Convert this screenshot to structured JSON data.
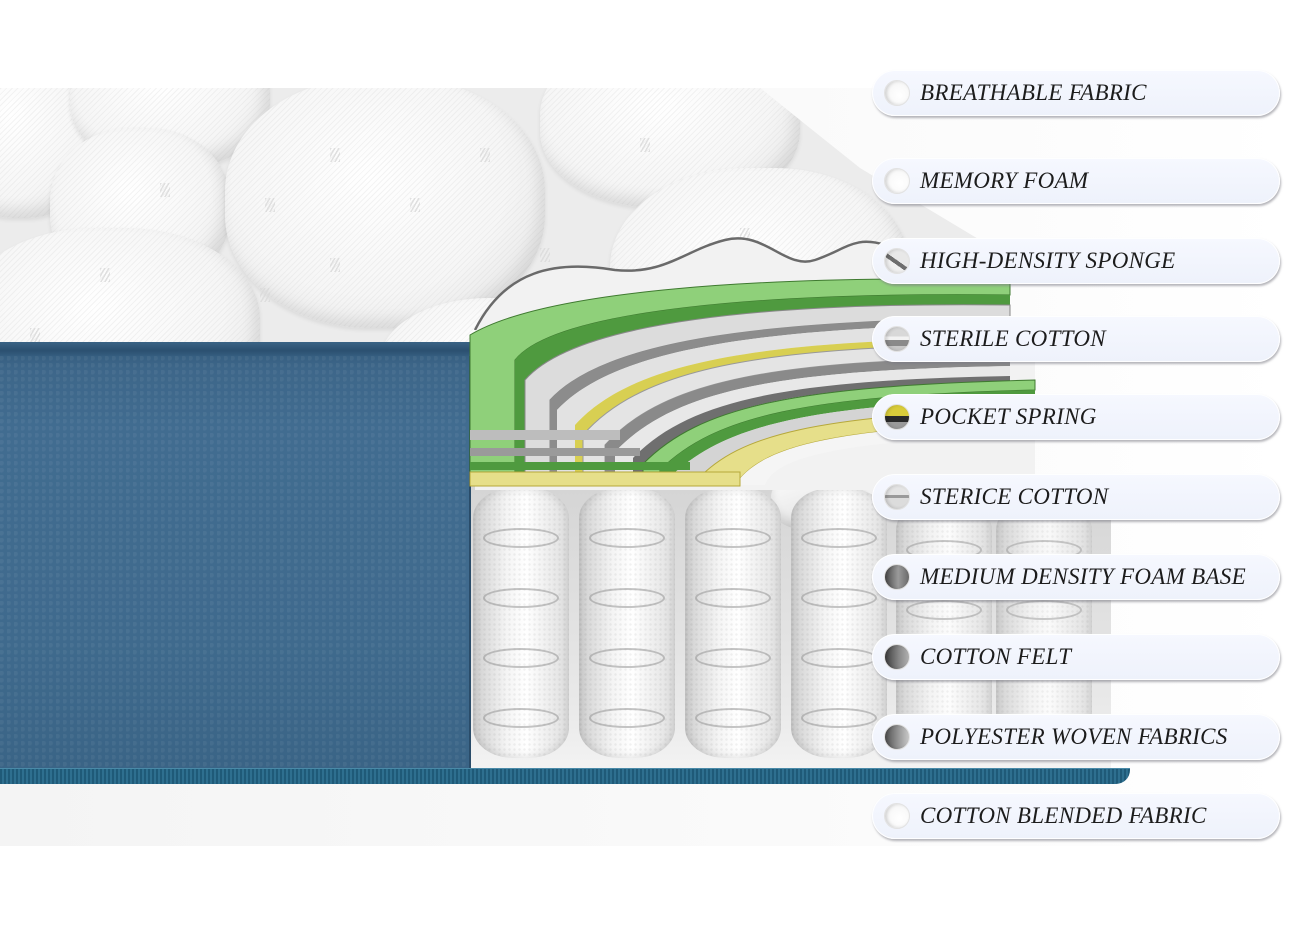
{
  "image": {
    "subject": "Hybrid mattress cut-away diagram",
    "colors": {
      "side_panel": "#3f6a8d",
      "trim": "#2e6f8f",
      "foam_green_light": "#8fd07a",
      "foam_green_dark": "#4f9a3f",
      "foam_yellow": "#e6df8a",
      "foam_gray": "#a8a8a8",
      "quilt_white": "#f4f4f4",
      "label_bg": "#eef2fb",
      "label_text": "#1c1c1c"
    }
  },
  "labels": [
    {
      "text": "BREATHABLE FABRIC",
      "icon": "breathable-fabric-swatch",
      "swatch": [
        "#ffffff",
        "#f2f2f2"
      ]
    },
    {
      "text": "MEMORY FOAM",
      "icon": "memory-foam-swatch",
      "swatch": [
        "#ffffff",
        "#f5f5f5"
      ]
    },
    {
      "text": "HIGH-DENSITY SPONGE",
      "icon": "high-density-sponge-swatch",
      "swatch": [
        "#e8e8e8",
        "#6e6e6e"
      ]
    },
    {
      "text": "STERILE COTTON",
      "icon": "sterile-cotton-swatch",
      "swatch": [
        "#d6d6d6",
        "#8a8a8a"
      ]
    },
    {
      "text": "POCKET SPRING",
      "icon": "pocket-spring-swatch",
      "swatch": [
        "#d9cc3a",
        "#2a2a2a"
      ]
    },
    {
      "text": "STERICE COTTON",
      "icon": "sterice-cotton-swatch",
      "swatch": [
        "#dedede",
        "#9a9a9a"
      ]
    },
    {
      "text": "MEDIUM DENSITY FOAM BASE",
      "icon": "foam-base-swatch",
      "swatch": [
        "#9a9a9a",
        "#4a4a4a"
      ]
    },
    {
      "text": "COTTON FELT",
      "icon": "cotton-felt-swatch",
      "swatch": [
        "#8a8a8a",
        "#3e3e3e"
      ]
    },
    {
      "text": "POLYESTER WOVEN FABRICS",
      "icon": "polyester-fabric-swatch",
      "swatch": [
        "#b5b5b5",
        "#505050"
      ]
    },
    {
      "text": "COTTON BLENDED FABRIC",
      "icon": "cotton-blended-swatch",
      "swatch": [
        "#ffffff",
        "#f3f3f3"
      ]
    }
  ]
}
